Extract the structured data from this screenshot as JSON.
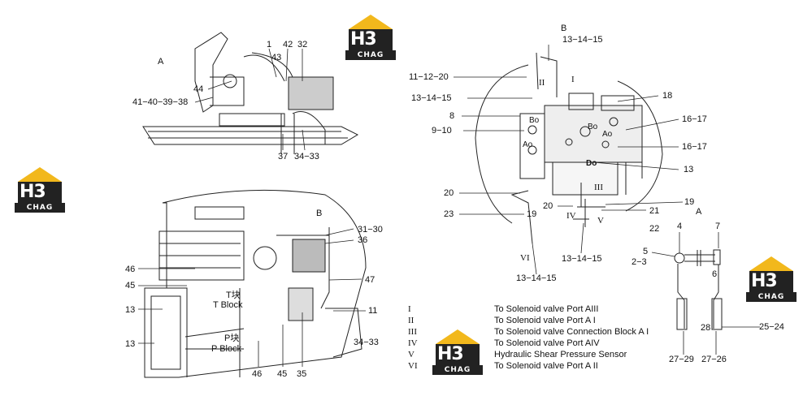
{
  "logo": {
    "main": "H3",
    "sub": "CHAG",
    "colors": {
      "roof": "#f2b81c",
      "block": "#222222"
    }
  },
  "views": {
    "a_top": "A",
    "b_top": "B",
    "b_left": "B",
    "a_small": "A"
  },
  "callouts_view_a": {
    "c1": "1",
    "c43": "43",
    "c42": "42",
    "c32": "32",
    "c44": "44",
    "c41_38": "41−40−39−38",
    "c37": "37",
    "c34_33": "34−33"
  },
  "callouts_view_b_left": {
    "c31_30": "31−30",
    "c36": "36",
    "c46a": "46",
    "c47": "47",
    "c45a": "45",
    "t_block_cn": "T块",
    "t_block_en": "T Block",
    "c13a": "13",
    "c11": "11",
    "p_block_cn": "P块",
    "p_block_en": "P Block",
    "c13b": "13",
    "c34_33": "34−33",
    "c46b": "46",
    "c45b": "45",
    "c35": "35"
  },
  "callouts_valve": {
    "c13_14_15_top": "13−14−15",
    "c11_12_20": "11−12−20",
    "c13_14_15_left": "13−14−15",
    "c18": "18",
    "c8": "8",
    "c16_17a": "16−17",
    "c9_10": "9−10",
    "c16_17b": "16−17",
    "c13": "13",
    "c20a": "20",
    "c20b": "20",
    "c19a": "19",
    "c19b": "19",
    "c23": "23",
    "c21": "21",
    "c22": "22",
    "c13_14_15_mid": "13−14−15",
    "c13_14_15_bottom": "13−14−15",
    "port_ao1": "Ao",
    "port_bo1": "Bo",
    "port_ao2": "Ao",
    "port_bo2": "Bo",
    "port_do": "Do",
    "r1": "I",
    "r2": "II",
    "r3": "III",
    "r4": "IV",
    "r5": "V",
    "r6": "VI"
  },
  "callouts_sensor": {
    "c4": "4",
    "c7": "7",
    "c5": "5",
    "c2_3": "2−3",
    "c6": "6",
    "c28": "28",
    "c25_24": "25−24",
    "c27_29": "27−29",
    "c27_26": "27−26"
  },
  "legend": [
    {
      "roman": "I",
      "text": "To Solenoid valve Port AIII"
    },
    {
      "roman": "II",
      "text": "To Solenoid valve Port A I"
    },
    {
      "roman": "III",
      "text": "To Solenoid valve Connection  Block A I"
    },
    {
      "roman": "IV",
      "text": "To Solenoid valve Port AIV"
    },
    {
      "roman": "V",
      "text": "Hydraulic Shear Pressure Sensor"
    },
    {
      "roman": "VI",
      "text": "To Solenoid valve Port A II"
    }
  ]
}
